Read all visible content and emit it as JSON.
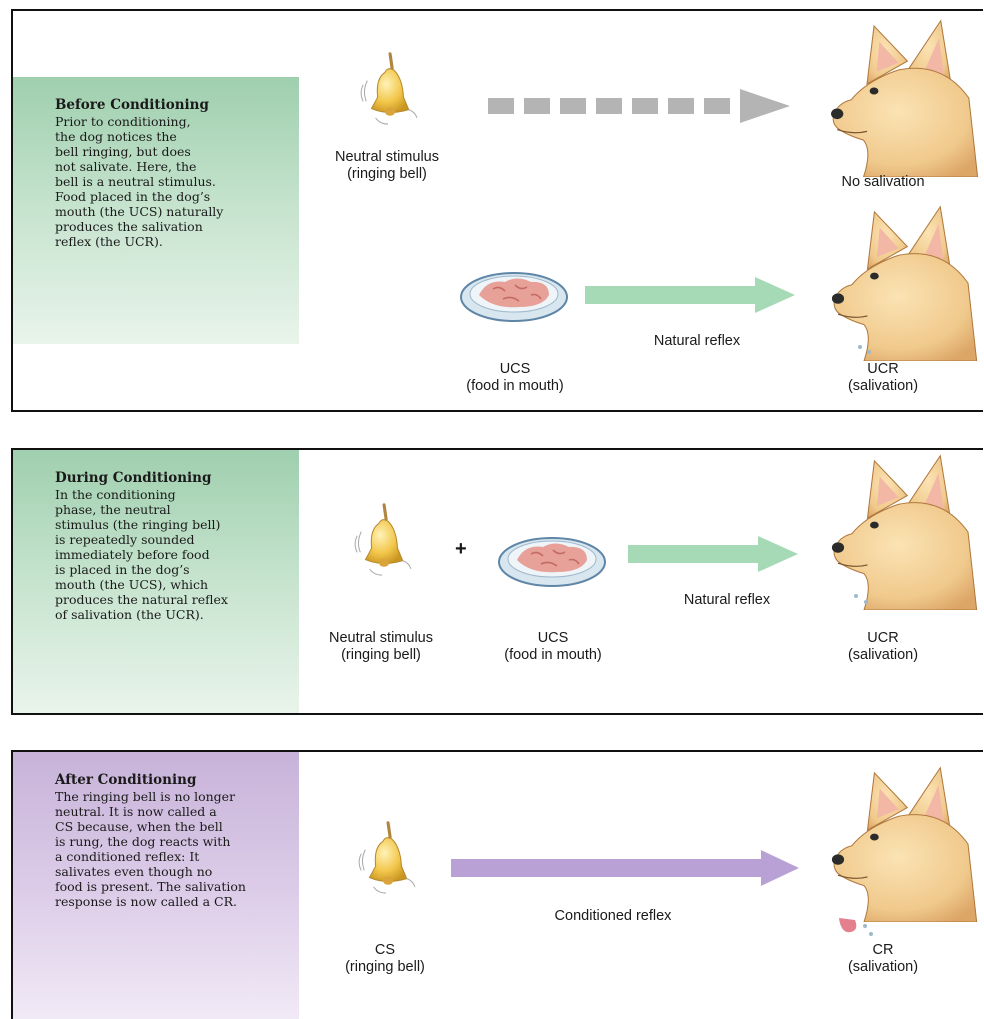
{
  "panels": [
    {
      "title": "Before Conditioning",
      "body": [
        "Prior to conditioning,",
        "the dog notices the",
        "bell ringing, but does",
        "not salivate. Here, the",
        "bell is a neutral stimulus.",
        "Food placed in the dog’s",
        "mouth (the UCS) naturally",
        "produces the salivation",
        "reflex (the UCR)."
      ],
      "labels": {
        "bell_line1": "Neutral stimulus",
        "bell_line2": "(ringing bell)",
        "no_salivation": "No salivation",
        "arrow": "Natural reflex",
        "food_line1": "UCS",
        "food_line2": "(food in mouth)",
        "dog_line1": "UCR",
        "dog_line2": "(salivation)"
      }
    },
    {
      "title": "During Conditioning",
      "body": [
        "In the conditioning",
        "phase, the neutral",
        "stimulus (the ringing bell)",
        "is repeatedly sounded",
        "immediately before food",
        "is placed in the dog’s",
        "mouth (the UCS), which",
        "produces the natural reflex",
        "of salivation (the UCR)."
      ],
      "labels": {
        "plus": "+",
        "bell_line1": "Neutral stimulus",
        "bell_line2": "(ringing bell)",
        "food_line1": "UCS",
        "food_line2": "(food in mouth)",
        "arrow": "Natural reflex",
        "dog_line1": "UCR",
        "dog_line2": "(salivation)"
      }
    },
    {
      "title": "After Conditioning",
      "body": [
        "The ringing bell is no longer",
        "neutral. It is now called a",
        "CS because, when the bell",
        "is rung, the dog reacts with",
        "a conditioned reflex: It",
        "salivates even though no",
        "food is present. The salivation",
        "response is now called a CR."
      ],
      "labels": {
        "bell_line1": "CS",
        "bell_line2": "(ringing bell)",
        "arrow": "Conditioned reflex",
        "dog_line1": "CR",
        "dog_line2": "(salivation)"
      }
    }
  ],
  "colors": {
    "green_box": "#b6dbc0",
    "purple_box": "#d5c3e3",
    "green_arrow": "#a6d9b5",
    "purple_arrow": "#b9a1d6",
    "gray_arrow": "#b4b4b4",
    "dog_fur": "#f0c98c",
    "bell": "#f2c64a"
  },
  "icons": {
    "bell": "ringing-bell",
    "food": "food-bowl",
    "dog": "dog-head"
  }
}
